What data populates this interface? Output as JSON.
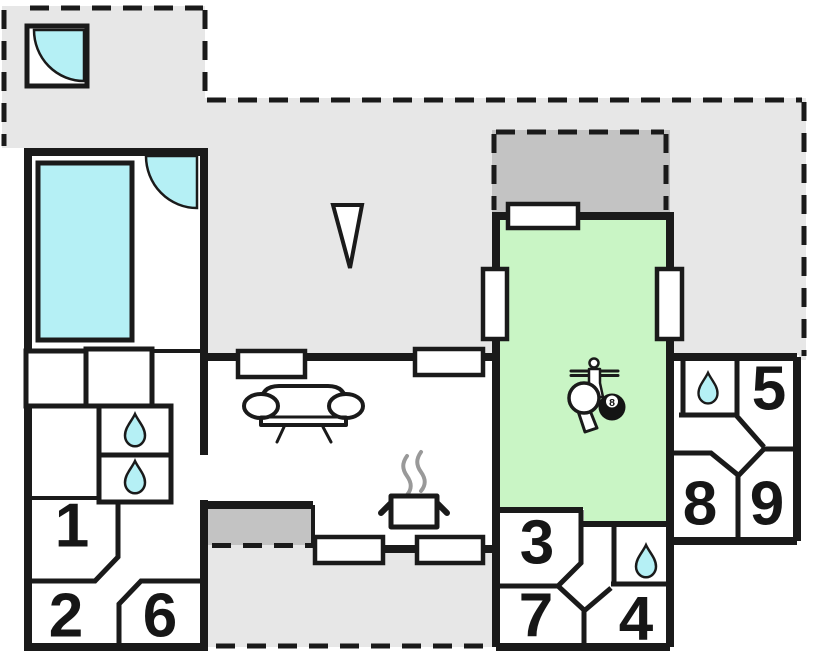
{
  "rooms": {
    "r1": {
      "label": "1"
    },
    "r2": {
      "label": "2"
    },
    "r3": {
      "label": "3"
    },
    "r4": {
      "label": "4"
    },
    "r5": {
      "label": "5"
    },
    "r6": {
      "label": "6"
    },
    "r7": {
      "label": "7"
    },
    "r8": {
      "label": "8"
    },
    "r9": {
      "label": "9"
    }
  },
  "games_room": {
    "eight_ball_label": "8"
  },
  "colors": {
    "water": "#b5f0f5",
    "room_green": "#c9f5c5",
    "terrace_light": "#e7e7e7",
    "terrace_dark": "#c3c3c3",
    "wall": "#1a1a1a",
    "steam_gray": "#999999"
  },
  "icons": {
    "door_swing": "door-swing",
    "swimming_pool": "swimming-pool",
    "sauna": "sauna",
    "water_drop": "water-drop",
    "north_arrow": "north-arrow",
    "sofa": "sofa",
    "stove": "stove-with-steam",
    "foosball_player": "foosball-player",
    "table_tennis_paddle": "table-tennis-paddle",
    "eight_ball": "billiards-eight-ball"
  }
}
